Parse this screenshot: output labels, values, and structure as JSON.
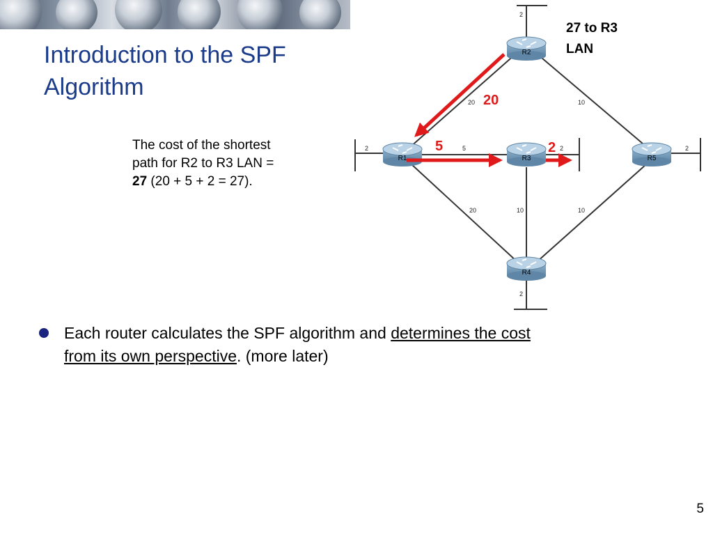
{
  "title": {
    "line1": "Introduction to the SPF",
    "line2": "Algorithm"
  },
  "callout": {
    "line1": "The cost of the shortest",
    "line2": "path for R2 to R3 LAN =",
    "value": "27",
    "rest": " (20 + 5 + 2 = 27)."
  },
  "diagram": {
    "routers": [
      {
        "id": "R1",
        "label": "R1"
      },
      {
        "id": "R2",
        "label": "R2"
      },
      {
        "id": "R3",
        "label": "R3"
      },
      {
        "id": "R4",
        "label": "R4"
      },
      {
        "id": "R5",
        "label": "R5"
      }
    ],
    "link_costs": {
      "r2_r1": "20",
      "r2_r5": "10",
      "r1_r3": "5",
      "r1_r4": "20",
      "r3_r4": "10",
      "r4_r5": "10"
    },
    "lan_costs": {
      "r2": "2",
      "r1": "2",
      "r3": "2",
      "r4": "2",
      "r5": "2"
    },
    "path_costs": {
      "r2_r1": "20",
      "r1_r3": "5",
      "r3_lan": "2"
    },
    "destination_label": {
      "line1": "27 to R3",
      "line2": "LAN"
    },
    "colors": {
      "path": "#e01a1a",
      "router_body": "#7fa6c4",
      "router_top": "#b9d2e6"
    }
  },
  "bullet": {
    "text1": "Each router calculates the SPF algorithm and ",
    "underlined1": "determines the cost",
    "underlined2": "from its own perspective",
    "text2": ". (more later)"
  },
  "page_number": "5"
}
